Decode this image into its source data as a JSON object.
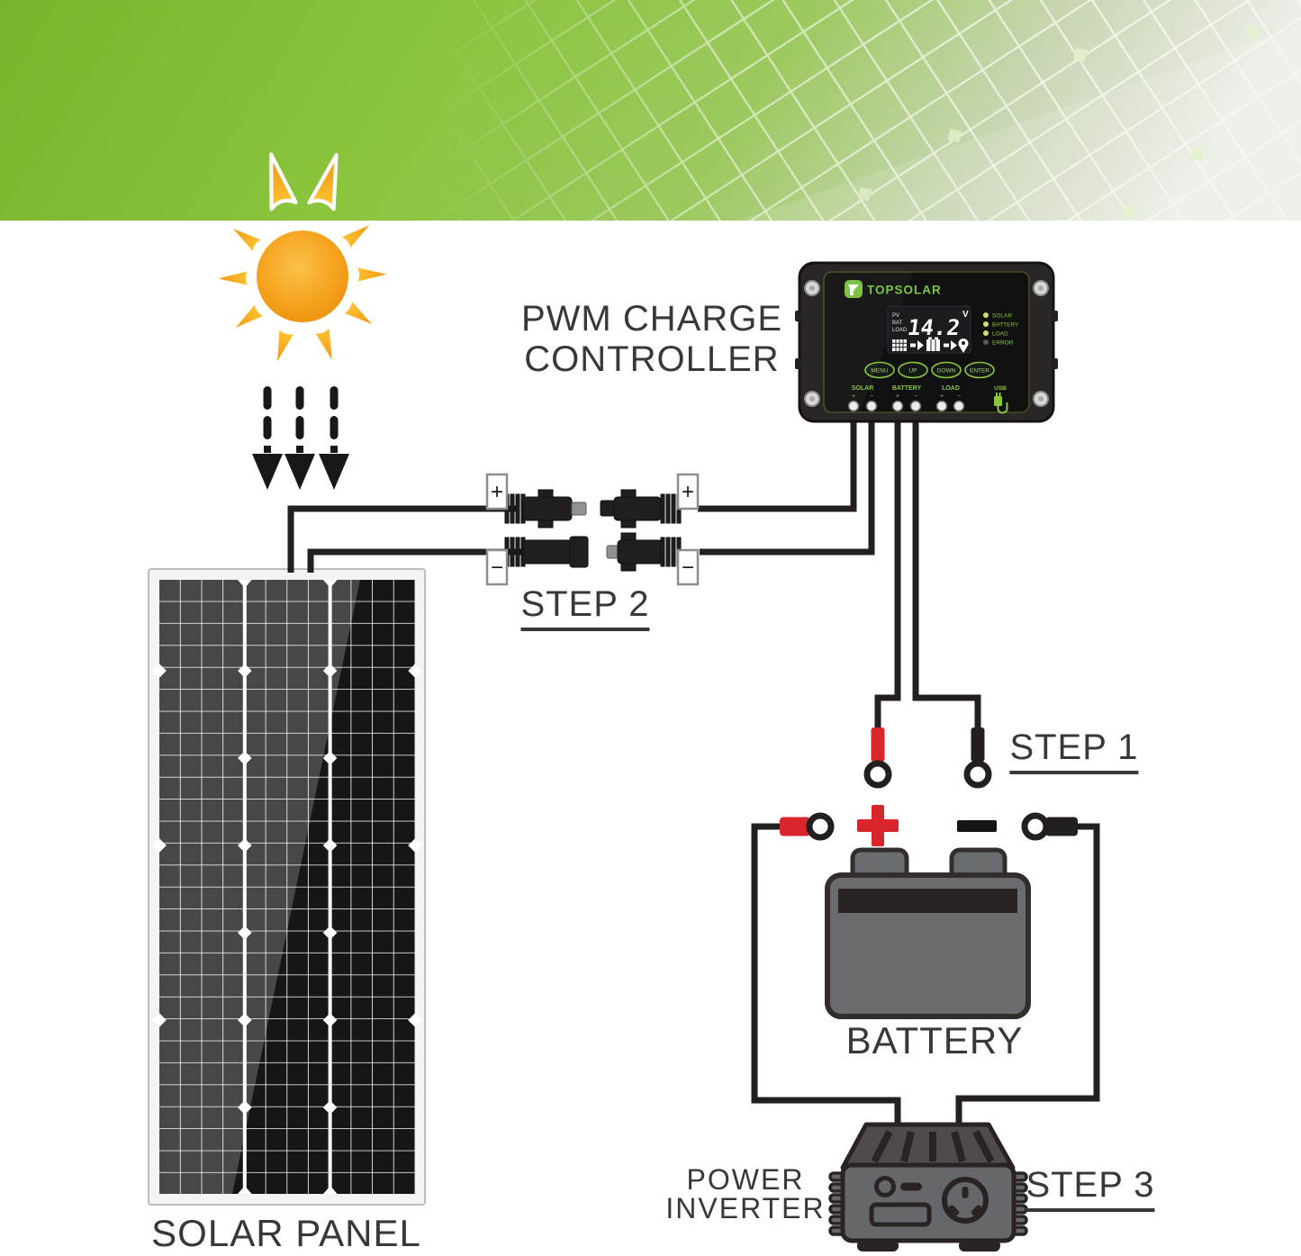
{
  "diagram_labels": {
    "pwm_line1": "PWM CHARGE",
    "pwm_line2": "CONTROLLER",
    "step1": "STEP 1",
    "step2": "STEP 2",
    "step3": "STEP 3",
    "battery": "BATTERY",
    "solar_panel": "SOLAR PANEL",
    "inverter_line1": "POWER",
    "inverter_line2": "INVERTER"
  },
  "connector_tags": {
    "plus": "+",
    "minus": "−"
  },
  "battery_marks": {
    "plus": "+",
    "minus": "−"
  },
  "controller": {
    "brand": "TOPSOLAR",
    "lcd": {
      "value": "14.2",
      "unit": "V",
      "modes": [
        "PV",
        "BAT",
        "LOAD"
      ]
    },
    "leds": [
      {
        "label": "SOLAR",
        "state": "on"
      },
      {
        "label": "BATTERY",
        "state": "on"
      },
      {
        "label": "LOAD",
        "state": "on"
      },
      {
        "label": "ERROR",
        "state": "off"
      }
    ],
    "buttons": [
      "MENU",
      "UP",
      "DOWN",
      "ENTER"
    ],
    "terminal_groups": [
      "SOLAR",
      "BATTERY",
      "LOAD"
    ],
    "usb_label": "USB",
    "polarity": {
      "plus": "+",
      "minus": "−"
    }
  },
  "colors": {
    "banner_green": "#8bc43d",
    "accent_green": "#7dc242",
    "sun_orange": "#f6a41f",
    "wire_black": "#231f20",
    "positive_red": "#d8262c",
    "text_dark": "#3b3738"
  }
}
